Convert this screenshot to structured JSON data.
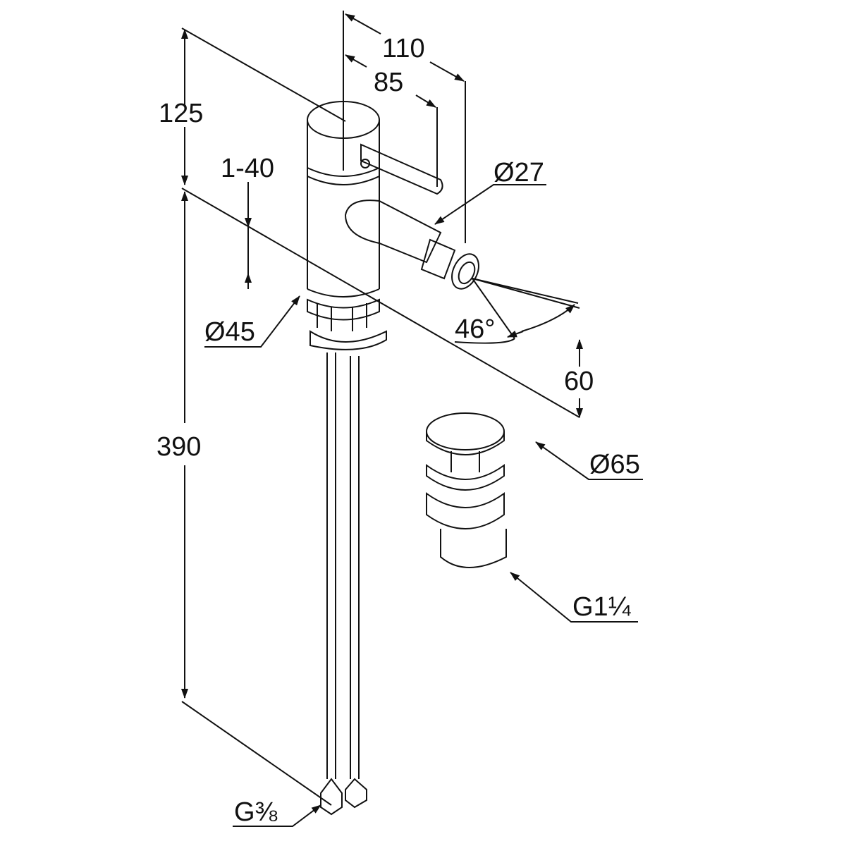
{
  "dimensions": {
    "reach_total": "110",
    "lever_reach": "85",
    "top_height": "125",
    "deck_thickness": "1-40",
    "spout_diameter": "Ø27",
    "body_diameter": "Ø45",
    "spray_angle": "46°",
    "spout_height": "60",
    "hose_length": "390",
    "waste_diameter": "Ø65",
    "waste_thread": "G1¼",
    "supply_thread": "G⅜"
  },
  "colors": {
    "line": "#111111",
    "background": "#ffffff"
  }
}
